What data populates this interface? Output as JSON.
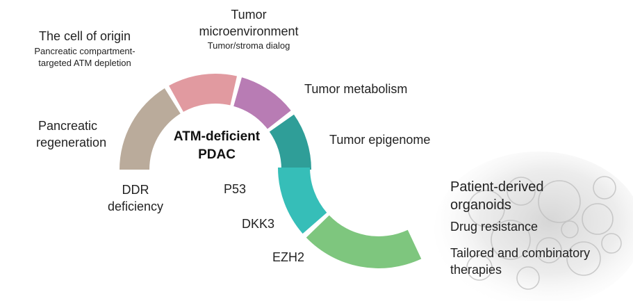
{
  "center": {
    "line1": "ATM-deficient",
    "line2": "PDAC"
  },
  "arc_segments": [
    {
      "name": "pancreatic-regeneration",
      "color": "#baab9b"
    },
    {
      "name": "cell-of-origin",
      "color": "#e19aa0"
    },
    {
      "name": "tumor-microenvironment",
      "color": "#b87cb4"
    },
    {
      "name": "tumor-metabolism",
      "color": "#2f9e98"
    },
    {
      "name": "tumor-epigenome",
      "color": "#36beb8"
    },
    {
      "name": "patient-derived-organoids",
      "color": "#7ec67e"
    }
  ],
  "labels": {
    "cell_of_origin": {
      "title": "The cell of origin",
      "sub1": "Pancreatic compartment-",
      "sub2": "targeted ATM depletion"
    },
    "tumor_micro": {
      "line1": "Tumor",
      "line2": "microenvironment",
      "sub": "Tumor/stroma dialog"
    },
    "tumor_metabolism": "Tumor metabolism",
    "tumor_epigenome": "Tumor epigenome",
    "pancreatic_regen": {
      "line1": "Pancreatic",
      "line2": "regeneration"
    },
    "ddr": {
      "line1": "DDR",
      "line2": "deficiency"
    },
    "p53": "P53",
    "dkk3": "DKK3",
    "ezh2": "EZH2",
    "organoids": {
      "line1": "Patient-derived",
      "line2": "organoids",
      "line3": "Drug resistance",
      "line4": "Tailored and combinatory",
      "line5": "therapies"
    }
  }
}
